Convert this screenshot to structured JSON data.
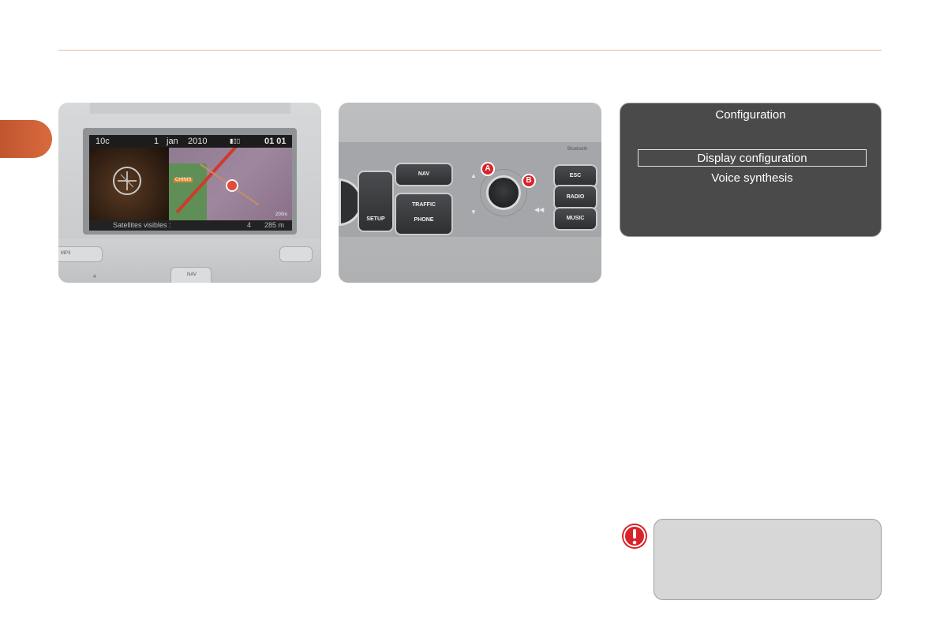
{
  "panel1": {
    "status_temp": "10c",
    "status_day": "1",
    "status_month": "jan",
    "status_year": "2010",
    "status_time": "01 01",
    "bottom_label": "Satellites visibles :",
    "bottom_count": "4",
    "bottom_distance": "285 m",
    "map_distance": "200m",
    "map_tag": "CHINIS",
    "keys": {
      "mp3": "MP3",
      "nav": "NAV",
      "four": "4"
    }
  },
  "panel2": {
    "nav": "NAV",
    "traffic": "TRAFFIC",
    "phone": "PHONE",
    "setup": "SETUP",
    "esc": "ESC",
    "radio": "RADIO",
    "music": "MUSIC",
    "bluetooth": "Bluetooth",
    "marker_a": "A",
    "marker_b": "B"
  },
  "config_screen": {
    "title": "Configuration",
    "items": [
      "Display configuration",
      "Voice synthesis"
    ],
    "selected_index": 0
  },
  "warning": {
    "icon": "exclamation-icon",
    "color": "#d8232a"
  },
  "colors": {
    "accent_tab": "#d0603a",
    "rule": "#e8b890"
  }
}
